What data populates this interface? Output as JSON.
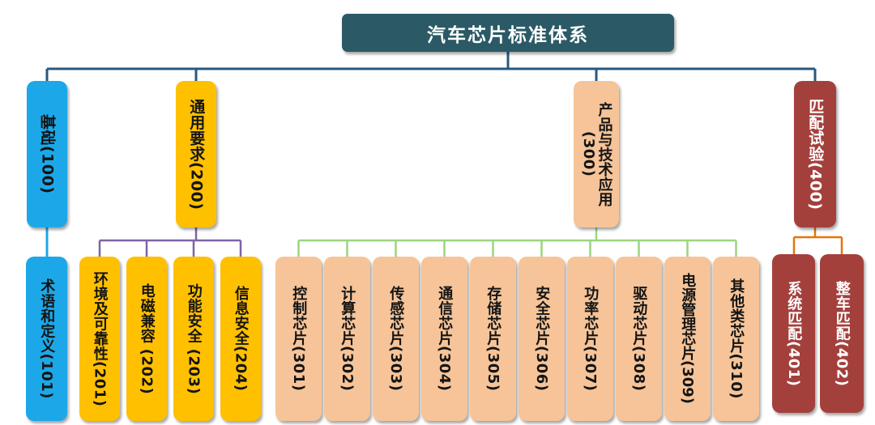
{
  "colors": {
    "root_bg": "#2B5A66",
    "blue": "#1CA8E8",
    "yellow": "#FFC000",
    "peach": "#F6C498",
    "red": "#A4403C",
    "line_main": "#28597F",
    "line_blue": "#1CA8E8",
    "line_purple": "#7E63A8",
    "line_green": "#9BD57F",
    "line_orange": "#E7740B"
  },
  "tree": {
    "root": {
      "label": "汽车芯片标准体系"
    },
    "branches": [
      {
        "label": "基础(100)",
        "children": [
          "术语和定义(101)"
        ]
      },
      {
        "label": "通用要求(200)",
        "children": [
          "环境及可靠性(201)",
          "电磁兼容 (202)",
          "功能安全 (203)",
          "信息安全(204)"
        ]
      },
      {
        "label_lines": [
          "产品与技术应用",
          "(300)"
        ],
        "children": [
          "控制芯片(301)",
          "计算芯片(302)",
          "传感芯片(303)",
          "通信芯片(304)",
          "存储芯片(305)",
          "安全芯片(306)",
          "功率芯片(307)",
          "驱动芯片(308)",
          "电源管理芯片(309)",
          "其他类芯片(310)"
        ]
      },
      {
        "label": "匹配试验(400)",
        "children": [
          "系统匹配(401)",
          "整车匹配(402)"
        ]
      }
    ]
  }
}
